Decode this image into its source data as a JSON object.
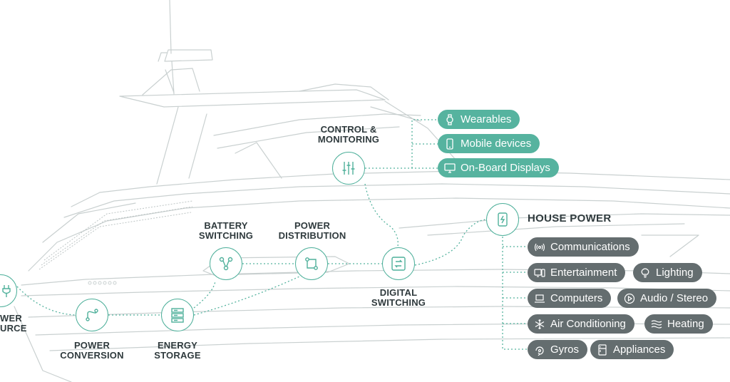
{
  "colors": {
    "accent": "#56b39f",
    "dark_pill": "#646d6f",
    "line": "#c9d0d0",
    "text": "#2f3a3d"
  },
  "nodes": {
    "power_source": {
      "line1": "WER",
      "line2": "URCE",
      "icon": "plug-icon"
    },
    "power_conversion": {
      "line1": "POWER",
      "line2": "CONVERSION",
      "icon": "conversion-icon"
    },
    "energy_storage": {
      "line1": "ENERGY",
      "line2": "STORAGE",
      "icon": "battery-stack-icon"
    },
    "battery_switching": {
      "line1": "BATTERY",
      "line2": "SWITCHING",
      "icon": "network-nodes-icon"
    },
    "power_distribution": {
      "line1": "POWER",
      "line2": "DISTRIBUTION",
      "icon": "distribution-icon"
    },
    "digital_switching": {
      "line1": "DIGITAL",
      "line2": "SWITCHING",
      "icon": "digital-switch-icon"
    },
    "control_monitoring": {
      "line1": "CONTROL &",
      "line2": "MONITORING",
      "icon": "sliders-icon"
    },
    "house_power": {
      "label": "HOUSE POWER",
      "icon": "tablet-power-icon"
    }
  },
  "devices": {
    "wearables": "Wearables",
    "mobile": "Mobile devices",
    "displays": "On-Board Displays"
  },
  "loads": {
    "communications": "Communications",
    "entertainment": "Entertainment",
    "lighting": "Lighting",
    "computers": "Computers",
    "audio": "Audio / Stereo",
    "air_conditioning": "Air Conditioning",
    "heating": "Heating",
    "gyros": "Gyros",
    "appliances": "Appliances"
  }
}
